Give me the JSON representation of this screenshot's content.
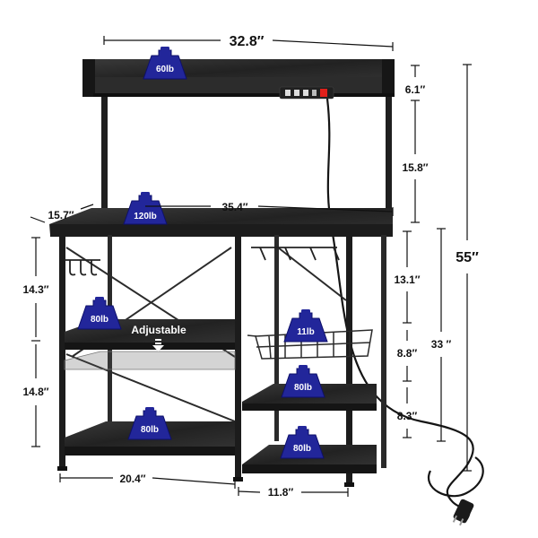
{
  "dimensions": {
    "top_width": "32.8″",
    "desk_width": "35.4″",
    "depth": "15.7″",
    "hutch_top": "6.1″",
    "hutch_bottom": "15.8″",
    "left_upper": "14.3″",
    "left_lower": "14.8″",
    "right_upper": "13.1″",
    "right_middle": "8.8″",
    "right_lower": "8.3″",
    "right_total": "33 ″",
    "total_height": "55″",
    "bottom_left": "20.4″",
    "bottom_right": "11.8″"
  },
  "weights": {
    "top_shelf": "60lb",
    "desktop": "120lb",
    "left_shelf": "80lb",
    "bottom_left_shelf": "80lb",
    "basket": "11lb",
    "right_shelf": "80lb",
    "bottom_right_shelf": "80lb"
  },
  "labels": {
    "adjustable": "Adjustable"
  },
  "colors": {
    "frame": "#1f1f1f",
    "wood": "#2a2a2a",
    "badge": "#22269a",
    "outlet_red": "#e0201a"
  }
}
